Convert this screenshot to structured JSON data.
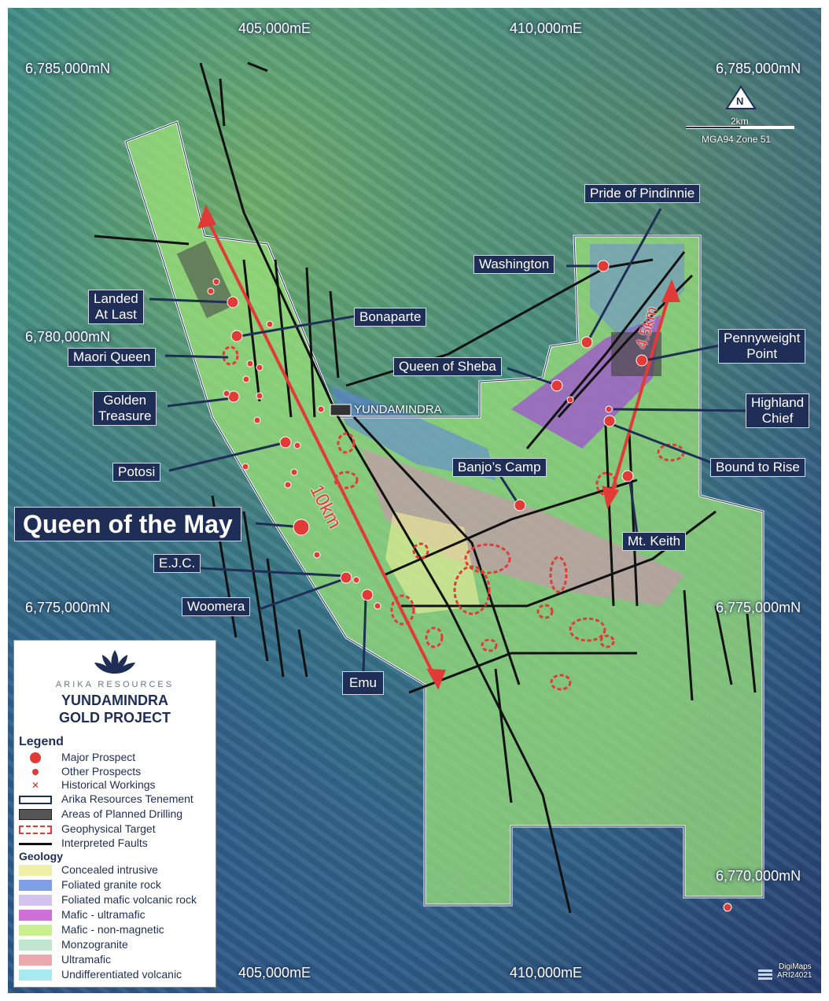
{
  "coords": {
    "top_e1": "405,000mE",
    "top_e2": "410,000mE",
    "bottom_e1": "405,000mE",
    "bottom_e2": "410,000mE",
    "left_n1": "6,785,000mN",
    "left_n2": "6,780,000mN",
    "left_n3": "6,775,000mN",
    "right_n1": "6,785,000mN",
    "right_n2": "6,775,000mN",
    "right_n3": "6,770,000mN"
  },
  "north": {
    "glyph": "N",
    "scale_label": "2km",
    "projection": "MGA94 Zone 51"
  },
  "prospects": {
    "pride_of_pindinnie": "Pride of Pindinnie",
    "washington": "Washington",
    "landed_at_last_1": "Landed",
    "landed_at_last_2": "At Last",
    "bonaparte": "Bonaparte",
    "maori_queen": "Maori Queen",
    "pennyweight_point_1": "Pennyweight",
    "pennyweight_point_2": "Point",
    "queen_of_sheba": "Queen of Sheba",
    "golden_treasure_1": "Golden",
    "golden_treasure_2": "Treasure",
    "highland_chief_1": "Highland",
    "highland_chief_2": "Chief",
    "potosi": "Potosi",
    "banjos_camp": "Banjo’s Camp",
    "bound_to_rise": "Bound to Rise",
    "queen_of_the_may": "Queen of the May",
    "mt_keith": "Mt. Keith",
    "ejc": "E.J.C.",
    "woomera": "Woomera",
    "emu": "Emu"
  },
  "town": "YUNDAMINDRA",
  "distances": {
    "long": "10km",
    "short": "4.5km"
  },
  "legend": {
    "company": "ARIKA RESOURCES",
    "project_1": "YUNDAMINDRA",
    "project_2": "GOLD PROJECT",
    "legend_title": "Legend",
    "items": [
      {
        "label": "Major Prospect"
      },
      {
        "label": "Other Prospects"
      },
      {
        "label": "Historical Workings"
      },
      {
        "label": "Arika Resources Tenement"
      },
      {
        "label": "Areas of Planned Drilling"
      },
      {
        "label": "Geophysical Target"
      },
      {
        "label": "Interpreted Faults"
      }
    ],
    "geology_title": "Geology",
    "geology": [
      {
        "label": "Concealed intrusive",
        "color": "#eef0a8"
      },
      {
        "label": "Foliated granite rock",
        "color": "#7fa0e6"
      },
      {
        "label": "Foliated mafic volcanic rock",
        "color": "#d3c3ee"
      },
      {
        "label": "Mafic - ultramafic",
        "color": "#cf6fd8"
      },
      {
        "label": "Mafic - non-magnetic",
        "color": "#c9ef8f"
      },
      {
        "label": "Monzogranite",
        "color": "#bfe6cf"
      },
      {
        "label": "Ultramafic",
        "color": "#eda8ae"
      },
      {
        "label": "Undifferentiated volcanic",
        "color": "#a8eaef"
      }
    ]
  },
  "credit": {
    "line1": "DigiMaps",
    "line2": "ARI24021"
  },
  "colors": {
    "label_bg": "#1f2e57",
    "prospect": "#e23a36",
    "fault": "#111111",
    "tenement": "#ffffff"
  }
}
